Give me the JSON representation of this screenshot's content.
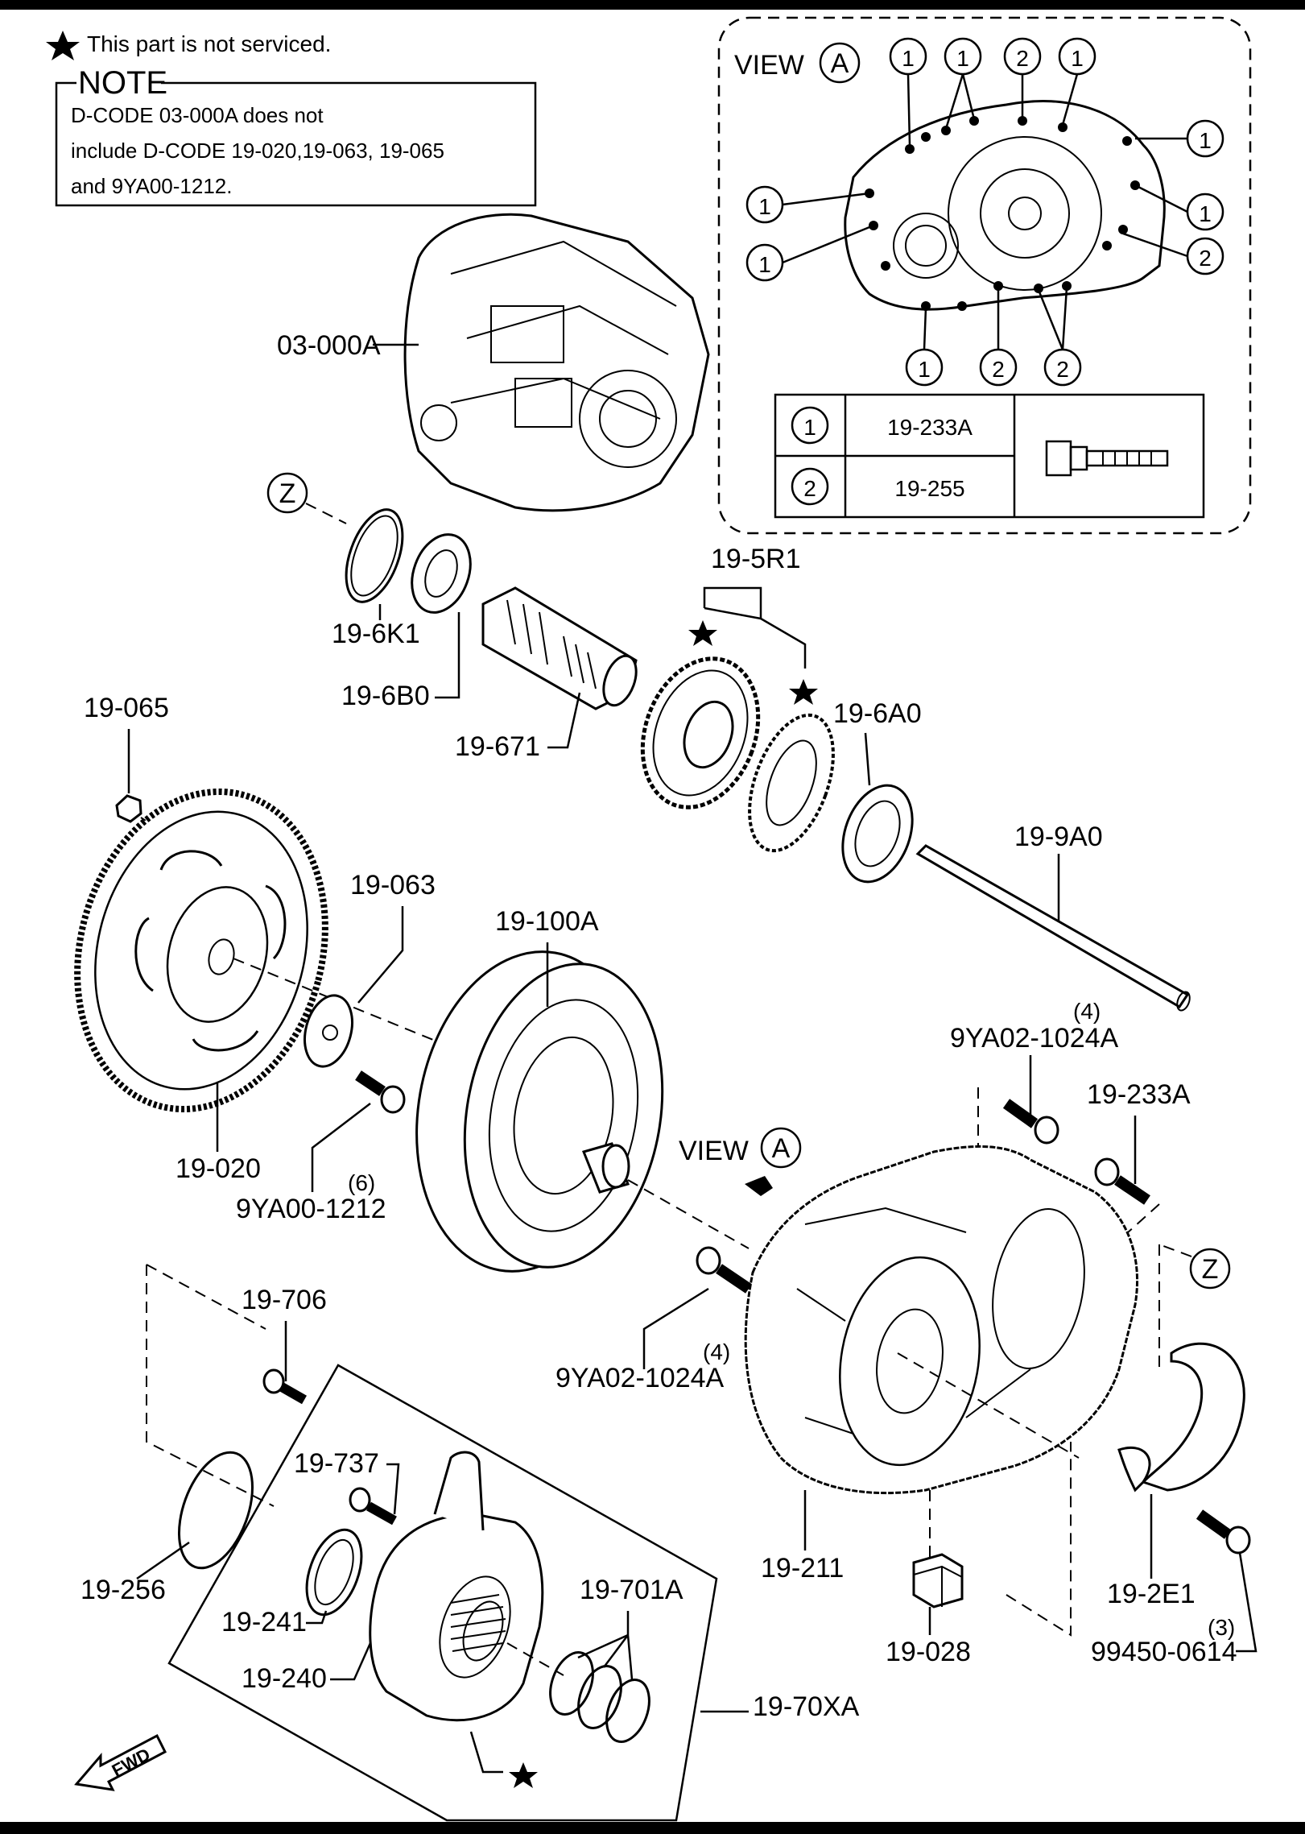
{
  "legend": {
    "star_note": "This part is not serviced."
  },
  "note": {
    "heading": "NOTE",
    "lines": [
      "D-CODE 03-000A does not",
      "include D-CODE 19-020,19-063, 19-065",
      "and 9YA00-1212."
    ]
  },
  "view_a": {
    "label": "VIEW",
    "letter": "A",
    "callouts": [
      "1",
      "1",
      "2",
      "1",
      "1",
      "1",
      "1",
      "2",
      "1",
      "1",
      "2",
      "2"
    ],
    "table": [
      {
        "key": "1",
        "part": "19-233A"
      },
      {
        "key": "2",
        "part": "19-255"
      }
    ]
  },
  "view_z_letter": "Z",
  "main_view": {
    "label": "VIEW",
    "letter": "A"
  },
  "fwd": "FWD",
  "parts": {
    "p_03_000A": "03-000A",
    "p_19_6K1": "19-6K1",
    "p_19_6B0": "19-6B0",
    "p_19_5R1": "19-5R1",
    "p_19_671": "19-671",
    "p_19_6A0": "19-6A0",
    "p_19_065": "19-065",
    "p_19_063": "19-063",
    "p_19_100A": "19-100A",
    "p_19_9A0": "19-9A0",
    "p_19_020": "19-020",
    "p_9YA00_1212": "9YA00-1212",
    "p_9YA00_1212_qty": "(6)",
    "p_9YA02_1024A_top": "9YA02-1024A",
    "p_9YA02_1024A_top_qty": "(4)",
    "p_19_233A": "19-233A",
    "p_9YA02_1024A_mid": "9YA02-1024A",
    "p_9YA02_1024A_mid_qty": "(4)",
    "p_19_706": "19-706",
    "p_19_737": "19-737",
    "p_19_256": "19-256",
    "p_19_241": "19-241",
    "p_19_240": "19-240",
    "p_19_701A": "19-701A",
    "p_19_70XA": "19-70XA",
    "p_19_211": "19-211",
    "p_19_028": "19-028",
    "p_19_2E1": "19-2E1",
    "p_99450_0614": "99450-0614",
    "p_99450_0614_qty": "(3)"
  }
}
